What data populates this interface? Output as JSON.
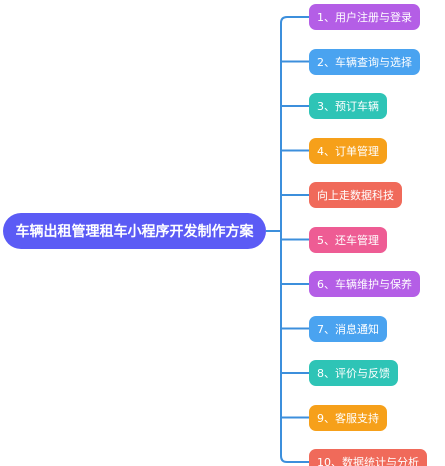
{
  "root": {
    "label": "车辆出租管理租车小程序开发制作方案",
    "color": "#5B5BF5"
  },
  "branches": [
    {
      "label": "1、用户注册与登录",
      "color": "#B45EE6"
    },
    {
      "label": "2、车辆查询与选择",
      "color": "#4AA3F0"
    },
    {
      "label": "3、预订车辆",
      "color": "#2EC4B6"
    },
    {
      "label": "4、订单管理",
      "color": "#F6A01A"
    },
    {
      "label": "向上走数据科技",
      "color": "#F06A5A"
    },
    {
      "label": "5、还车管理",
      "color": "#EE5C94"
    },
    {
      "label": "6、车辆维护与保养",
      "color": "#B45EE6"
    },
    {
      "label": "7、消息通知",
      "color": "#4AA3F0"
    },
    {
      "label": "8、评价与反馈",
      "color": "#2EC4B6"
    },
    {
      "label": "9、客服支持",
      "color": "#F6A01A"
    },
    {
      "label": "10、数据统计与分析",
      "color": "#F06A5A"
    }
  ],
  "connector_color": "#3C8FDC"
}
